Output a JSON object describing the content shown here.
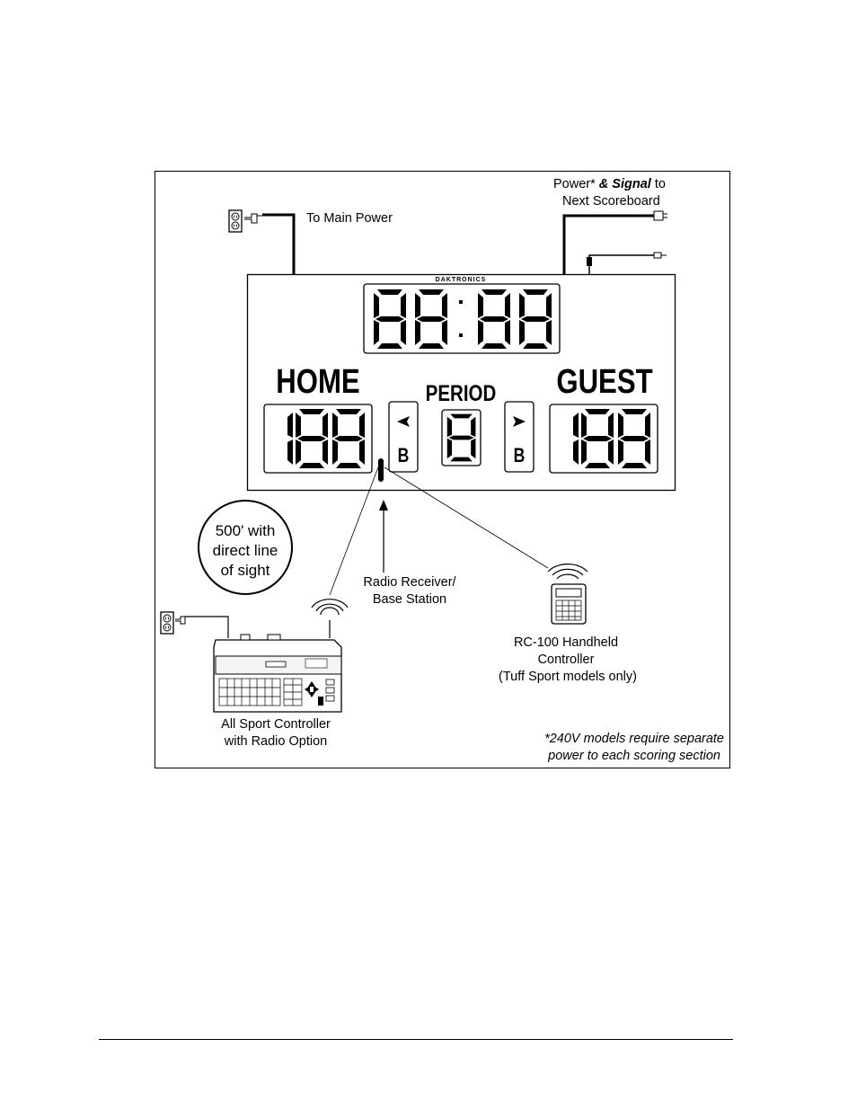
{
  "diagram": {
    "labels": {
      "power_signal_prefix": "Power* ",
      "power_signal_bold": "& Signal",
      "power_signal_suffix": " to",
      "next_scoreboard": "Next Scoreboard",
      "main_power": "To Main Power",
      "brand": "DAKTRONICS",
      "home": "HOME",
      "guest": "GUEST",
      "period": "PERIOD",
      "bonus_left": "B",
      "bonus_right": "B",
      "range_line1": "500' with",
      "range_line2": "direct line",
      "range_line3": "of sight",
      "receiver_line1": "Radio Receiver/",
      "receiver_line2": "Base Station",
      "handheld_line1": "RC-100 Handheld",
      "handheld_line2": "Controller",
      "handheld_line3": "(Tuff Sport models only)",
      "controller_line1": "All Sport Controller",
      "controller_line2": "with Radio Option",
      "note_line1": "*240V models require separate",
      "note_line2": "power to each scoring section"
    },
    "displays": {
      "clock": "88:88",
      "home_score": "188",
      "guest_score": "188",
      "period": "8"
    }
  }
}
